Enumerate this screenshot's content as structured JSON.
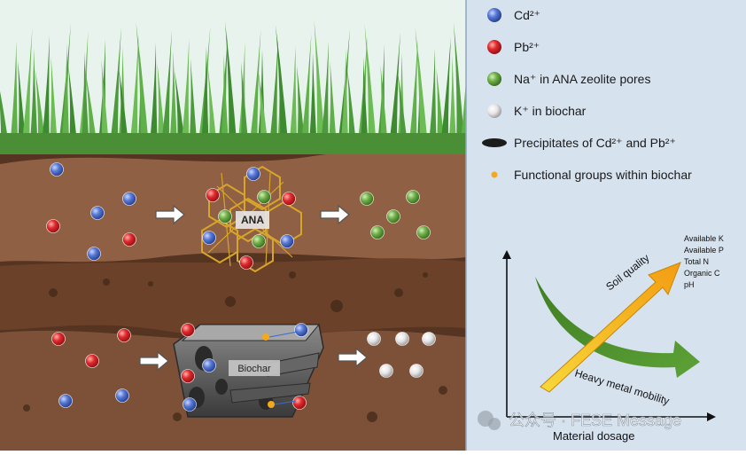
{
  "legend": {
    "items": [
      {
        "label": "Cd²⁺",
        "marker": "blue-ion"
      },
      {
        "label": "Pb²⁺",
        "marker": "red-ion"
      },
      {
        "label": "Na⁺ in ANA zeolite pores",
        "marker": "green-ion"
      },
      {
        "label": "K⁺ in biochar",
        "marker": "white-ion"
      },
      {
        "label": "Precipitates of Cd²⁺ and Pb²⁺",
        "marker": "black-precipitate"
      },
      {
        "label": "Functional groups within biochar",
        "marker": "orange-dot"
      }
    ]
  },
  "labels": {
    "ana": "ANA",
    "biochar": "Biochar"
  },
  "graph": {
    "soil_quality": "Soil quality",
    "heavy_metal": "Heavy metal mobility",
    "xlabel": "Material dosage",
    "nutrients": [
      "Available K",
      "Available P",
      "Total N",
      "Organic C",
      "pH"
    ]
  },
  "watermark": "公众号 · FESE Message",
  "colors": {
    "sky": "#e9f3ee",
    "grass": "#4c9a3c",
    "soil_dark": "#553422",
    "soil_light": "#8f6043",
    "panel": "#d6e2ee",
    "cd": "#4a6bc8",
    "pb": "#e0282c",
    "na": "#6fae48",
    "k": "#e8e8e8",
    "arrow_up": "#f5b41c",
    "arrow_down": "#4f8f2a"
  }
}
